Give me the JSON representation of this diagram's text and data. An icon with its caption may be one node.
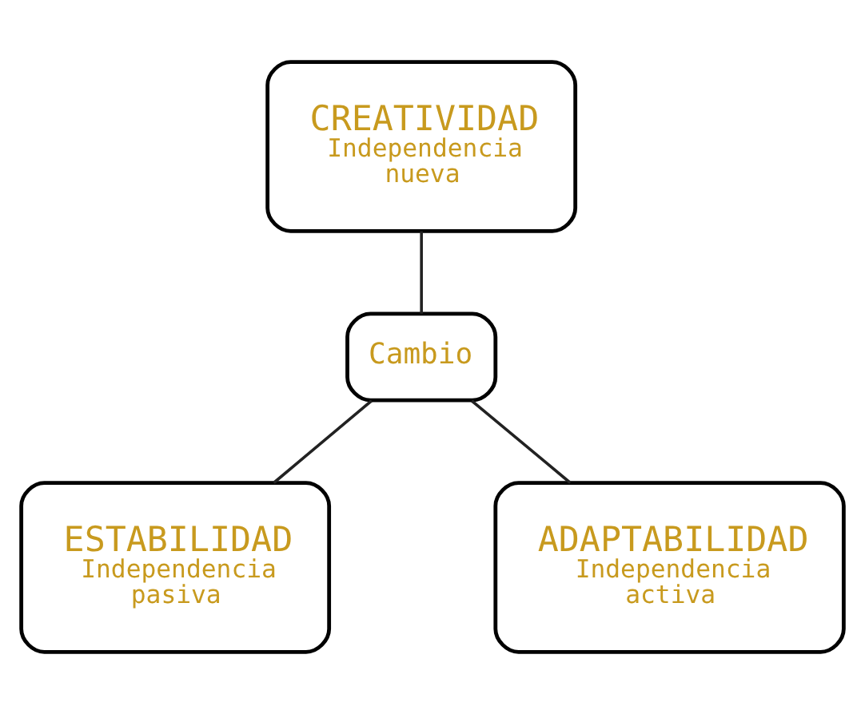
{
  "diagram": {
    "nodes": [
      {
        "text": [
          "CREATIVIDAD",
          "Independencia nueva"
        ]
      },
      {
        "text": [
          "Cambio"
        ]
      },
      {
        "text": [
          "ESTABILIDAD",
          "Independencia pasiva"
        ]
      },
      {
        "text": [
          "ADAPTABILIDAD",
          "Independencia activa"
        ]
      }
    ],
    "edges": [
      {
        "from": 0,
        "to": 1,
        "arrow": "none"
      },
      {
        "from": 1,
        "to": 2,
        "arrow": "none"
      },
      {
        "from": 1,
        "to": 3,
        "arrow": "none"
      }
    ]
  }
}
